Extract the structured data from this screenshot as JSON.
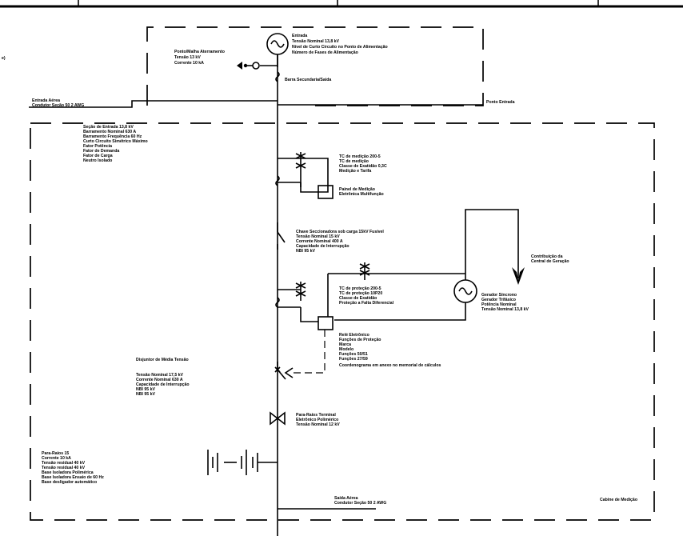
{
  "fragment_left": "e)",
  "source": {
    "title": "Entrada",
    "lines": [
      "Tensão Nominal 13,8 kV",
      "Nível de Curto Circuito no Ponto de Alimentação",
      "Número de Fases de Alimentação"
    ]
  },
  "grounding": {
    "lines": [
      "Ponto/Malha Aterramento",
      "Tensão 13 kV",
      "Corrente 10 kA"
    ]
  },
  "coupling_note": "Barra Secundaria/Saida",
  "connection_point": "Ponto Entrada",
  "cable_in": {
    "lines": [
      "Entrada Aérea",
      "Condutor Seção 50 2 AWG"
    ]
  },
  "substation": {
    "lines": [
      "Seção de Entrada 13,8 kV",
      "Barramento Nominal 630 A",
      "Barramento Frequência 60 Hz",
      "Curto Circuito Simétrico Máximo",
      "Fator Potência",
      "Fator de Demanda",
      "Fator de Carga",
      "Neutro Isolado"
    ]
  },
  "ct_a": {
    "lines": [
      "TC de medição 200-5",
      "TC de medição",
      "Classe de Exatidão 0,3C",
      "Medição e Tarifa"
    ]
  },
  "meter_a": {
    "lines": [
      "Painel de Medição",
      "Eletrônica Multifunção"
    ]
  },
  "switch": {
    "lines": [
      "Chave Seccionadora sob carga 15kV Fusível",
      "Tensão Nominal 15 kV",
      "Corrente Nominal 400 A",
      "Capacidade de Interrupção",
      "NBI 95 kV"
    ]
  },
  "generator_note": {
    "lines": [
      "Contribuição da",
      "Central de Geração"
    ]
  },
  "ct_b": {
    "lines": [
      "TC de proteção 200-5",
      "TC de proteção 10P20",
      "Classe de Exatidão",
      "Proteção a Falta Diferencial"
    ]
  },
  "generator": {
    "lines": [
      "Gerador Síncrono",
      "Gerador Trifásico",
      "Potência Nominal",
      "Tensão Nominal 13,8 kV"
    ]
  },
  "relay": {
    "lines": [
      "Relé Eletrônico",
      "Funções de Proteção",
      "Marca",
      "Modelo",
      "Funções 50/51",
      "Funções 27/59",
      "Coordenograma em anexo no memorial de cálculos"
    ]
  },
  "breaker": {
    "title": "Disjuntor de Média Tensão",
    "lines": [
      "Tensão Nominal 17,5 kV",
      "Corrente Nominal 630 A",
      "Capacidade de Interrupção",
      "NBI 95 kV",
      "NBI 95 kV"
    ]
  },
  "arrester": {
    "lines": [
      "Para-Raios Terminal",
      "Eletrônico Polimérico",
      "Tensão Nominal 12 kV"
    ]
  },
  "battery": {
    "lines": [
      "Para-Raios 15",
      "Corrente 10 kA",
      "Tensão residual 40 kV",
      "Tensão residual 40 kV",
      "Base Isoladora Polimérica",
      "Base Isoladora Ensaio de 60 Hz",
      "Base desligador automático"
    ]
  },
  "cable_out": {
    "lines": [
      "Saída Aérea",
      "Condutor Seção 50 2 AWG"
    ]
  },
  "cabin_label": "Cabine de Medição"
}
